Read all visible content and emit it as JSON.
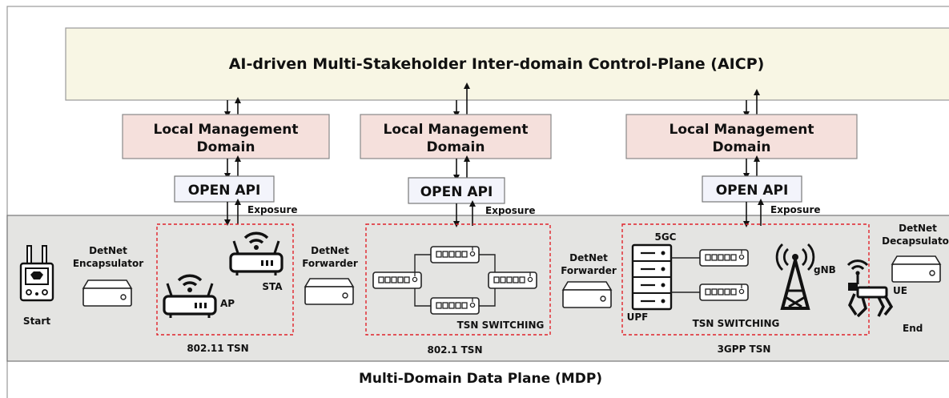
{
  "aicp": {
    "title": "AI-driven Multi-Stakeholder Inter-domain Control-Plane (AICP)"
  },
  "domains": [
    {
      "lmd_line1": "Local Management",
      "lmd_line2": "Domain",
      "api": "OPEN API",
      "exposure": "Exposure",
      "tsn_label": "802.11 TSN"
    },
    {
      "lmd_line1": "Local Management",
      "lmd_line2": "Domain",
      "api": "OPEN API",
      "exposure": "Exposure",
      "tsn_label": "802.1 TSN"
    },
    {
      "lmd_line1": "Local Management",
      "lmd_line2": "Domain",
      "api": "OPEN API",
      "exposure": "Exposure",
      "tsn_label": "3GPP TSN"
    }
  ],
  "devices": {
    "start": "Start",
    "encap_line1": "DetNet",
    "encap_line2": "Encapsulator",
    "fwd1_line1": "DetNet",
    "fwd1_line2": "Forwarder",
    "fwd2_line1": "DetNet",
    "fwd2_line2": "Forwarder",
    "decap_line1": "DetNet",
    "decap_line2": "Decapsulator",
    "ap": "AP",
    "sta": "STA",
    "tsn_switching_1": "TSN SWITCHING",
    "tsn_switching_2": "TSN SWITCHING",
    "core_5gc": "5GC",
    "upf": "UPF",
    "gnb": "gNB",
    "ue": "UE",
    "end": "End"
  },
  "mdp": {
    "title": "Multi-Domain Data Plane (MDP)"
  },
  "colors": {
    "aicp_fill": "#f8f6e4",
    "lmd_fill": "#f5e0dc",
    "plane_fill": "#e4e4e2",
    "dashed_red": "#e0222a"
  }
}
